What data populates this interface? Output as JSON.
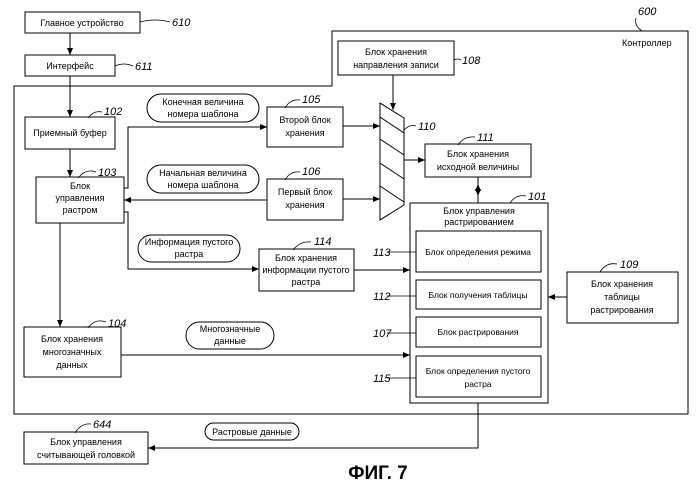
{
  "figure_label": "ФИГ. 7",
  "controller": {
    "ref": "600",
    "label": "Контроллер"
  },
  "blocks": {
    "host": {
      "ref": "610",
      "lines": [
        "Главное устройство"
      ]
    },
    "interface": {
      "ref": "611",
      "lines": [
        "Интерфейс"
      ]
    },
    "recv_buffer": {
      "ref": "102",
      "lines": [
        "Приемный буфер"
      ]
    },
    "raster_ctrl": {
      "ref": "103",
      "lines": [
        "Блок",
        "управления",
        "растром"
      ]
    },
    "rec_dir": {
      "ref": "108",
      "lines": [
        "Блок хранения",
        "направления записи"
      ]
    },
    "second_store": {
      "ref": "105",
      "lines": [
        "Второй блок",
        "хранения"
      ]
    },
    "first_store": {
      "ref": "106",
      "lines": [
        "Первый блок",
        "хранения"
      ]
    },
    "mux": {
      "ref": "110"
    },
    "src_store": {
      "ref": "111",
      "lines": [
        "Блок хранения",
        "исходной величины"
      ]
    },
    "rasterization_ctrl": {
      "ref": "101",
      "lines": [
        "Блок управления",
        "растрированием"
      ]
    },
    "mode_det": {
      "ref": "113",
      "lines": [
        "Блок определения режима"
      ]
    },
    "table_get": {
      "ref": "112",
      "lines": [
        "Блок получения таблицы"
      ]
    },
    "rasterizer": {
      "ref": "107",
      "lines": [
        "Блок растрирования"
      ]
    },
    "empty_det": {
      "ref": "115",
      "lines": [
        "Блок определения пустого",
        "растра"
      ]
    },
    "table_store": {
      "ref": "109",
      "lines": [
        "Блок хранения",
        "таблицы",
        "растрирования"
      ]
    },
    "empty_info": {
      "ref": "114",
      "lines": [
        "Блок хранения",
        "информации пустого",
        "растра"
      ]
    },
    "multi_store": {
      "ref": "104",
      "lines": [
        "Блок хранения",
        "многозначных",
        "данных"
      ]
    },
    "head_ctrl": {
      "ref": "644",
      "lines": [
        "Блок управления",
        "считывающей головкой"
      ]
    }
  },
  "signals": {
    "end_pattern": [
      "Конечная величина",
      "номера шаблона"
    ],
    "start_pattern": [
      "Начальная величина",
      "номера шаблона"
    ],
    "empty_raster_info": [
      "Информация пустого",
      "растра"
    ],
    "multivalue_data": [
      "Многозначные",
      "данные"
    ],
    "raster_data": [
      "Растровые данные"
    ]
  }
}
